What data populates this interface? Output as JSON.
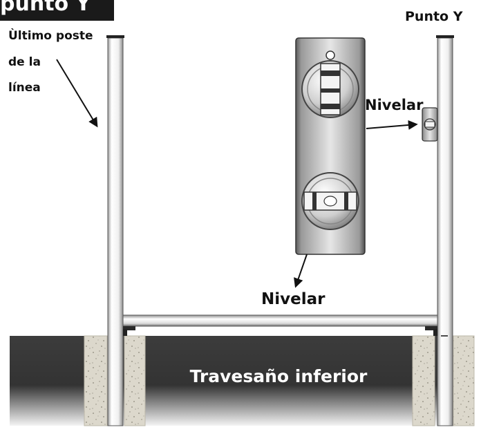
{
  "title": {
    "text": "punto Y",
    "bg": "#1a1a1a",
    "color": "#ffffff"
  },
  "labels": {
    "punto_y": "Punto Y",
    "ultimo_line1": "Ùltimo poste",
    "ultimo_line2": "de la",
    "ultimo_line3": "línea",
    "nivelar_right": "Nivelar",
    "nivelar_bottom": "Nivelar",
    "travesano": "Travesaño inferior"
  },
  "colors": {
    "ground_dark": "#3a3a3a",
    "concrete": "#dcd8cc",
    "post": "#f2f2f2",
    "level_body": "#c9c9c9",
    "text": "#111111"
  }
}
